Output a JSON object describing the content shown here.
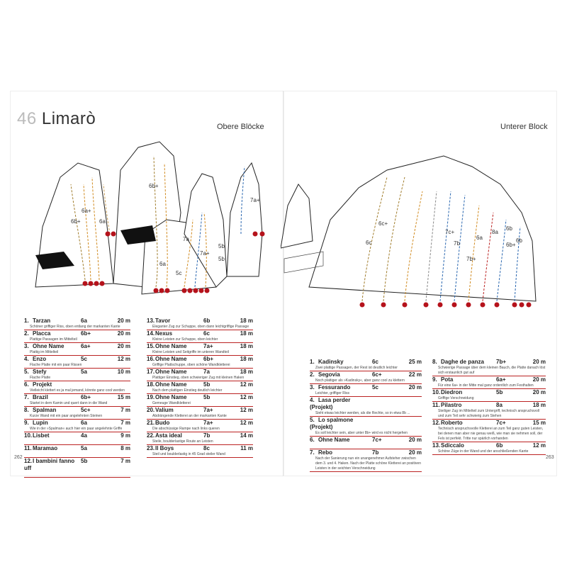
{
  "title": {
    "number": "46",
    "name": "Limarò"
  },
  "headings": {
    "left": "Obere Blöcke",
    "right": "Unterer Block"
  },
  "page_numbers": {
    "left": "262",
    "right": "263"
  },
  "topo_left_grades": [
    "6b+",
    "6a+",
    "6b+",
    "6a",
    "7a",
    "7a+",
    "5b",
    "5c",
    "6a",
    "7a+",
    "5b"
  ],
  "topo_right_grades": [
    "6c",
    "6c+",
    "7c+",
    "7b",
    "6a",
    "7b+",
    "8a",
    "6b",
    "6b",
    "6b+"
  ],
  "left_col1": [
    {
      "n": "1.",
      "name": "Tarzan",
      "grade": "6a",
      "len": "20 m",
      "desc": "Schöner griffiger Riss, oben entlang der markanten Kante"
    },
    {
      "n": "2.",
      "name": "Placca",
      "grade": "6b+",
      "len": "20 m",
      "desc": "Plattige Passagen im Mittelteil"
    },
    {
      "n": "3.",
      "name": "Ohne Name",
      "grade": "6a+",
      "len": "20 m",
      "desc": "Plattig im Mittelteil"
    },
    {
      "n": "4.",
      "name": "Enzo",
      "grade": "5c",
      "len": "12 m",
      "desc": "Flache Platte mit ein paar Rissen"
    },
    {
      "n": "5.",
      "name": "Stefy",
      "grade": "5a",
      "len": "10 m",
      "desc": "Flache Platte"
    },
    {
      "n": "6.",
      "name": "Projekt",
      "grade": "",
      "len": "",
      "desc": "Vielleicht klettert es ja mal jemand, könnte ganz cool werden"
    },
    {
      "n": "7.",
      "name": "Brazil",
      "grade": "6b+",
      "len": "15 m",
      "desc": "Startet in dem Kamin und quert dann in die Wand"
    },
    {
      "n": "8.",
      "name": "Spalman",
      "grade": "5c+",
      "len": "7 m",
      "desc": "Kurze Wand mit ein paar angelehnten Steinen"
    },
    {
      "n": "9.",
      "name": "Lupin",
      "grade": "6a",
      "len": "7 m",
      "desc": "Wie in der »Spalman« auch hier ein paar angelehnte Griffe"
    },
    {
      "n": "10.",
      "name": "Lisbet",
      "grade": "4a",
      "len": "9 m",
      "desc": ""
    },
    {
      "n": "11.",
      "name": "Maramao",
      "grade": "5a",
      "len": "8 m",
      "desc": ""
    },
    {
      "n": "12.",
      "name": "I bambini fanno uff",
      "grade": "5b",
      "len": "7 m",
      "desc": ""
    }
  ],
  "left_col2": [
    {
      "n": "13.",
      "name": "Tavor",
      "grade": "6b",
      "len": "18 m",
      "desc": "Eleganter Zug zur Schuppe, oben dann leichtgriffige Passage"
    },
    {
      "n": "14.",
      "name": "Nexus",
      "grade": "6c",
      "len": "18 m",
      "desc": "Kleine Leisten zur Schuppe, oben leichter"
    },
    {
      "n": "15.",
      "name": "Ohne Name",
      "grade": "7a+",
      "len": "18 m",
      "desc": "Kleine Leisten und Seitgriffe im unteren Wandteil"
    },
    {
      "n": "16.",
      "name": "Ohne Name",
      "grade": "6b+",
      "len": "18 m",
      "desc": "Griffige Plattschuppe, oben schöne Wandkletterei"
    },
    {
      "n": "17.",
      "name": "Ohne Name",
      "grade": "7a",
      "len": "18 m",
      "desc": "Plattiger Einstieg, oben schwieriger Zug mit kleinen Haken"
    },
    {
      "n": "18.",
      "name": "Ohne Name",
      "grade": "5b",
      "len": "12 m",
      "desc": "Nach dem plattigen Einstieg deutlich leichter"
    },
    {
      "n": "19.",
      "name": "Ohne Name",
      "grade": "5b",
      "len": "12 m",
      "desc": "Gemeuge Wandkletterei"
    },
    {
      "n": "20.",
      "name": "Valium",
      "grade": "7a+",
      "len": "12 m",
      "desc": "Abdrängende Kletterei an der markanten Kante"
    },
    {
      "n": "21.",
      "name": "Budo",
      "grade": "7a+",
      "len": "12 m",
      "desc": "Die abschüssige Rampe nach links queren"
    },
    {
      "n": "22.",
      "name": "Asta ideal",
      "grade": "7b",
      "len": "14 m",
      "desc": "Steile, boulderlastige Route an Leisten"
    },
    {
      "n": "23.",
      "name": "Il Boys",
      "grade": "8c",
      "len": "11 m",
      "desc": "Steil und boulderlastig in 45 Grad steiler Wand"
    }
  ],
  "right_col1": [
    {
      "n": "1.",
      "name": "Kadinsky",
      "grade": "6c",
      "len": "25 m",
      "desc": "Zwei plattige Passagen, der Rest ist deutlich leichter"
    },
    {
      "n": "2.",
      "name": "Segovia",
      "grade": "6c+",
      "len": "22 m",
      "desc": "Noch plattiger als »Kadinsky«, aber ganz cool zu klettern"
    },
    {
      "n": "3.",
      "name": "Fessurando",
      "grade": "5c",
      "len": "20 m",
      "desc": "Leichter, griffiger Riss"
    },
    {
      "n": "4.",
      "name": "Lasa perder (Projekt)",
      "grade": "",
      "len": "",
      "desc": "Sieht etwas leichter werden, als die Rechte, so in etwa 8b ..."
    },
    {
      "n": "5.",
      "name": "Lo spalmone (Projekt)",
      "grade": "",
      "len": "",
      "desc": "Es soll leichter sein, aber unter 8b+ wird es nicht hergehen"
    },
    {
      "n": "6.",
      "name": "Ohne Name",
      "grade": "7c+",
      "len": "20 m",
      "desc": ""
    },
    {
      "n": "7.",
      "name": "Rebo",
      "grade": "7b",
      "len": "20 m",
      "desc": "Nach der Sanierung nun ein unangenehmer Aufsteher zwischen dem 3. und 4. Haken. Nach der Platte schöne Kletterei an positiven Leisten in der seichten Verschneidung"
    }
  ],
  "right_col2": [
    {
      "n": "8.",
      "name": "Daghe de panza",
      "grade": "7b+",
      "len": "20 m",
      "desc": "Schwierige Passage über dem kleinen Bauch, die Platte danach löst sich erstaunlich gut auf"
    },
    {
      "n": "9.",
      "name": "Pota",
      "grade": "6a+",
      "len": "20 m",
      "desc": "Für eine 6a+ in der Mitte mal ganz ordentlich zum Festhalten"
    },
    {
      "n": "10.",
      "name": "Diedron",
      "grade": "5b",
      "len": "20 m",
      "desc": "Griffige Verschneidung"
    },
    {
      "n": "11.",
      "name": "Pilastro",
      "grade": "8a",
      "len": "18 m",
      "desc": "Steiliger Zug im Mittelteil zum Untergriff, technisch anspruchsvoll und zum Teil sehr schwierig zum Stehen"
    },
    {
      "n": "12.",
      "name": "Roberto",
      "grade": "7c+",
      "len": "15 m",
      "desc": "Technisch anspruchsvolle Kletterei an zum Teil ganz guten Leisten, bei denen man aber nie genau weiß, wie man sie nehmen soll, der Fels ist perfekt. Tritte nur spärlich vorhanden"
    },
    {
      "n": "13.",
      "name": "Sdiccalo",
      "grade": "6b",
      "len": "12 m",
      "desc": "Schöne Züge in der Wand und der anschließenden Kante"
    }
  ]
}
